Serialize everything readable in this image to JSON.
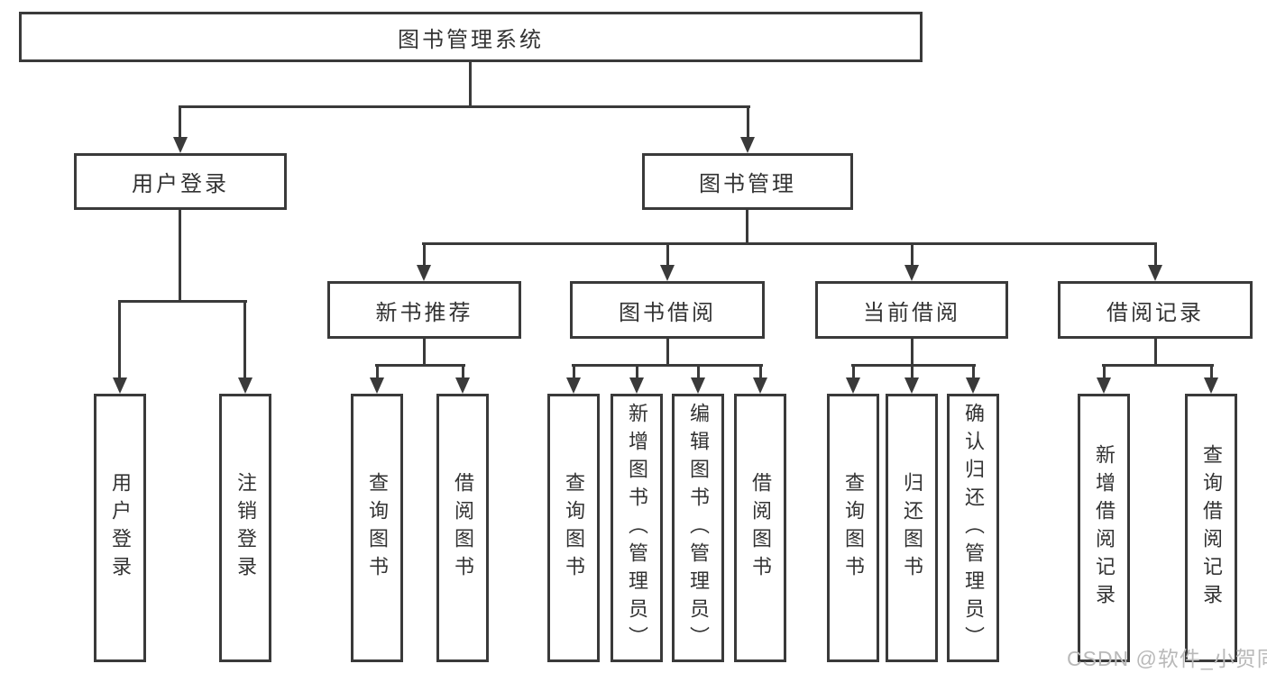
{
  "diagram": {
    "root": {
      "label": "图书管理系统"
    },
    "branches": [
      {
        "label": "用户登录",
        "children": [
          {
            "label": "用户登录"
          },
          {
            "label": "注销登录"
          }
        ]
      },
      {
        "label": "图书管理",
        "children": [
          {
            "label": "新书推荐",
            "children": [
              {
                "label": "查询图书"
              },
              {
                "label": "借阅图书"
              }
            ]
          },
          {
            "label": "图书借阅",
            "children": [
              {
                "label": "查询图书"
              },
              {
                "label": "新增图书（管理员）"
              },
              {
                "label": "编辑图书（管理员）"
              },
              {
                "label": "借阅图书"
              }
            ]
          },
          {
            "label": "当前借阅",
            "children": [
              {
                "label": "查询图书"
              },
              {
                "label": "归还图书"
              },
              {
                "label": "确认归还（管理员）"
              }
            ]
          },
          {
            "label": "借阅记录",
            "children": [
              {
                "label": "新增借阅记录"
              },
              {
                "label": "查询借阅记录"
              }
            ]
          }
        ]
      }
    ]
  },
  "watermark": "CSDN @软件_小贺同学",
  "colors": {
    "line": "#3a3a3a",
    "text": "#333333",
    "watermark": "#b9b9b9",
    "background": "#ffffff"
  }
}
